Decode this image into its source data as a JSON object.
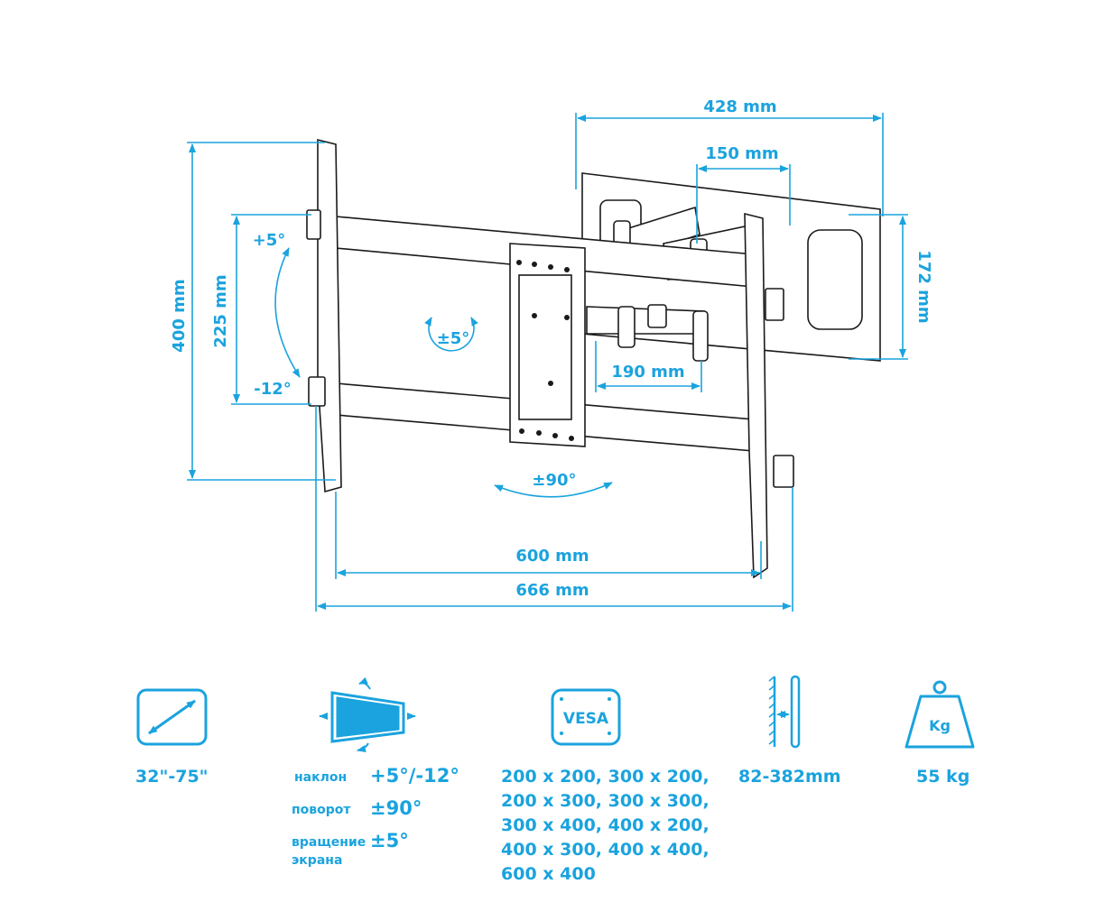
{
  "accent_color": "#1aa3de",
  "line_color": "#1a1a1a",
  "dimensions": {
    "width_top": "428 mm",
    "arm_offset": "150 mm",
    "plate_height": "172 mm",
    "arm_depth": "190 mm",
    "height_total": "400 mm",
    "height_inner": "225 mm",
    "tilt_up": "+5°",
    "tilt_down": "-12°",
    "rotation": "±5°",
    "swivel": "±90°",
    "vesa_width": "600 mm",
    "total_width": "666 mm"
  },
  "specs": {
    "screen_size": "32\"-75\"",
    "tilt_label": "наклон",
    "tilt_value": "+5°/-12°",
    "swivel_label": "поворот",
    "swivel_value": "±90°",
    "rotation_label_1": "вращение",
    "rotation_label_2": "экрана",
    "rotation_value": "±5°",
    "vesa_icon_text": "VESA",
    "vesa_lines": [
      "200 x 200, 300 x 200,",
      "200 x 300, 300 x 300,",
      "300 x 400, 400 x 200,",
      "400 x 300, 400 x 400,",
      "600 x 400"
    ],
    "wall_distance": "82-382mm",
    "weight_icon_text": "Kg",
    "max_load": "55 kg"
  }
}
